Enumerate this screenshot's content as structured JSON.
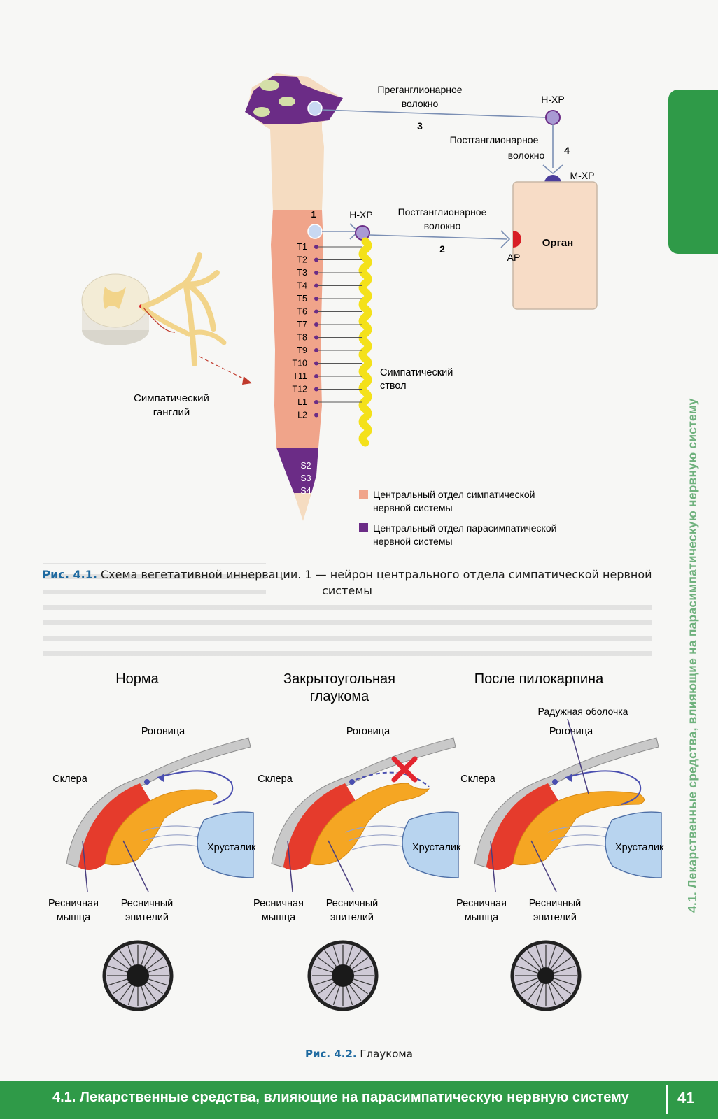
{
  "figure1": {
    "preganglionic": "Преганглионарное",
    "fiber": "волокно",
    "num3": "3",
    "nxr_top": "Н-ХР",
    "postganglionic": "Постганглионарное",
    "fiber2": "волокно",
    "num4": "4",
    "mxr": "М-ХР",
    "organ": "Орган",
    "num1": "1",
    "nxr_mid": "Н-ХР",
    "postganglionic_mid": "Постганглионарное",
    "fiber_mid": "волокно",
    "num2": "2",
    "ar": "АР",
    "segments": [
      "T1",
      "T2",
      "T3",
      "T4",
      "T5",
      "T6",
      "T7",
      "T8",
      "T9",
      "T10",
      "T11",
      "T12",
      "L1",
      "L2"
    ],
    "sacral": [
      "S2",
      "S3",
      "S4"
    ],
    "trunk_line1": "Симпатический",
    "trunk_line2": "ствол",
    "ganglion_line1": "Симпатический",
    "ganglion_line2": "ганглий",
    "legend": [
      {
        "color": "#f0a48a",
        "line1": "Центральный отдел симпатической",
        "line2": "нервной системы"
      },
      {
        "color": "#6b2c86",
        "line1": "Центральный отдел парасимпатической",
        "line2": "нервной системы"
      }
    ]
  },
  "caption1": {
    "label": "Рис. 4.1.",
    "text": " Схема вегетативной иннервации. 1 — нейрон центрального отдела симпатической нервной системы"
  },
  "figure2": {
    "panels": [
      {
        "title1": "Норма",
        "title2": "",
        "cornea": "Роговица",
        "sclera": "Склера",
        "lens": "Хрусталик",
        "muscle1": "Ресничная",
        "muscle2": "мышца",
        "epith1": "Ресничный",
        "epith2": "эпителий"
      },
      {
        "title1": "Закрытоугольная",
        "title2": "глаукома",
        "cornea": "Роговица",
        "sclera": "Склера",
        "lens": "Хрусталик",
        "muscle1": "Ресничная",
        "muscle2": "мышца",
        "epith1": "Ресничный",
        "epith2": "эпителий"
      },
      {
        "title1": "После пилокарпина",
        "title2": "",
        "iris": "Радужная оболочка",
        "cornea": "Роговица",
        "sclera": "Склера",
        "lens": "Хрусталик",
        "muscle1": "Ресничная",
        "muscle2": "мышца",
        "epith1": "Ресничный",
        "epith2": "эпителий"
      }
    ]
  },
  "caption2": {
    "label": "Рис. 4.2.",
    "text": " Глаукома"
  },
  "side_title": "4.1. Лекарственные средства, влияющие  на парасимпатическую нервную систему",
  "footer": {
    "title": "4.1. Лекарственные средства, влияющие на парасимпатическую нервную систему",
    "page": "41"
  },
  "colors": {
    "accent_green": "#2f9a48",
    "caption_blue": "#1f6aa0",
    "sympathetic": "#f0a48a",
    "parasympathetic": "#6b2c86",
    "trunk": "#f4e11a"
  }
}
